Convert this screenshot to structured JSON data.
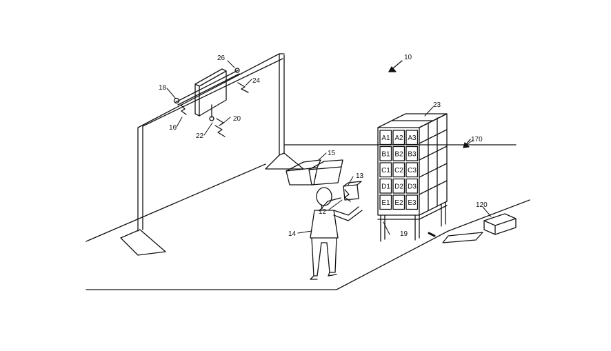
{
  "figure": {
    "reference_numerals": {
      "system": "10",
      "frame_top": "26",
      "pivot": "18",
      "sensor_array": "24",
      "cable": "16",
      "emitter": "22",
      "signal": "20",
      "containers": "15",
      "item": "13",
      "hand_item": "12",
      "worker": "14",
      "shelving": "23",
      "storage_cell": "19",
      "zone": "170",
      "robot": "120"
    },
    "shelf_cells": [
      [
        "A1",
        "A2",
        "A3"
      ],
      [
        "B1",
        "B2",
        "B3"
      ],
      [
        "C1",
        "C2",
        "C3"
      ],
      [
        "D1",
        "D2",
        "D3"
      ],
      [
        "E1",
        "E2",
        "E3"
      ]
    ]
  }
}
